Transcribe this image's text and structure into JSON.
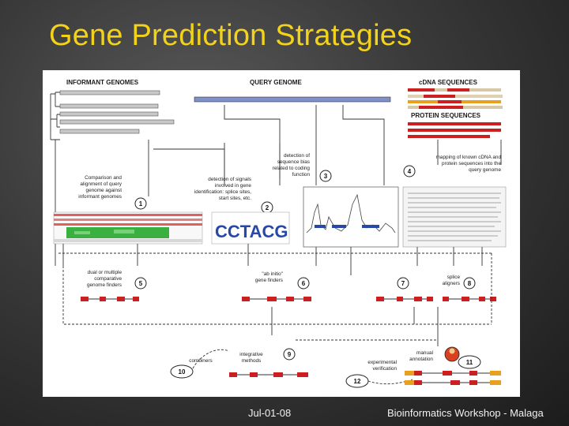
{
  "slide": {
    "title": "Gene Prediction Strategies",
    "footer_date": "Jul-01-08",
    "footer_event": "Bioinformatics Workshop - Malaga"
  },
  "diagram": {
    "headers": {
      "informant_genomes": "INFORMANT GENOMES",
      "query_genome": "QUERY GENOME",
      "cdna_sequences": "cDNA SEQUENCES",
      "protein_sequences": "PROTEIN SEQUENCES"
    },
    "steps": [
      {
        "number": "1",
        "label_lines": [
          "Comparison and",
          "alignment of query",
          "genome against",
          "informant genomes"
        ]
      },
      {
        "number": "2",
        "label_lines": [
          "detection of signals",
          "involved in gene",
          "identification: splice sites,",
          "start sites, etc."
        ]
      },
      {
        "number": "3",
        "label_lines": [
          "detection of",
          "sequence bias",
          "related to coding",
          "function"
        ]
      },
      {
        "number": "4",
        "label_lines": [
          "mapping of known cDNA and",
          "protein sequences into the",
          "query genome"
        ]
      },
      {
        "number": "5",
        "label_lines": [
          "dual or multiple",
          "comparative",
          "genome finders"
        ]
      },
      {
        "number": "6",
        "label_lines": [
          "\"ab initio\"",
          "gene finders"
        ]
      },
      {
        "number": "7",
        "label_lines": []
      },
      {
        "number": "8",
        "label_lines": [
          "splice",
          "aligners"
        ]
      },
      {
        "number": "9",
        "label_lines": [
          "integrative",
          "methods"
        ]
      },
      {
        "number": "10",
        "label_lines": [
          "combiners"
        ]
      },
      {
        "number": "11",
        "label_lines": [
          "manual",
          "annotation"
        ]
      },
      {
        "number": "12",
        "label_lines": [
          "experimental",
          "verification"
        ]
      }
    ],
    "logo_letters": "CCTACG",
    "colors": {
      "title": "#f2d21b",
      "query_bar": "#8090c8",
      "exon_red": "#cc2020",
      "exon_orange": "#e8a020",
      "alignment_green": "#3ab040",
      "dna_blue": "#2848a8"
    }
  }
}
